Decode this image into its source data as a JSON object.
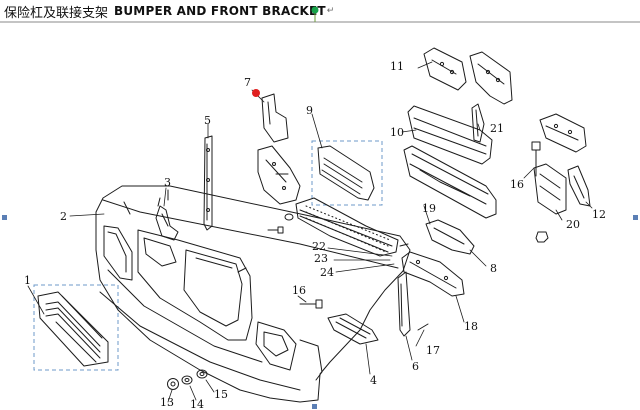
{
  "header": {
    "title_cn": "保险杠及联接支架",
    "title_en": "BUMPER AND FRONT BRACKET",
    "paragraph_mark": "↵"
  },
  "callouts": {
    "c1": "1",
    "c2": "2",
    "c3": "3",
    "c4": "4",
    "c5": "5",
    "c6": "6",
    "c7": "7",
    "c8": "8",
    "c9": "9",
    "c10": "10",
    "c11": "11",
    "c12": "12",
    "c13": "13",
    "c14": "14",
    "c15": "15",
    "c16a": "16",
    "c16b": "16",
    "c17": "17",
    "c18": "18",
    "c19": "19",
    "c20": "20",
    "c21": "21",
    "c22": "22",
    "c23": "23",
    "c24": "24"
  },
  "colors": {
    "line": "#1c1c1c",
    "dash_box": "#6e9ac8",
    "marker_red": "#e02020",
    "marker_green": "#17a24a",
    "selection": "#5b7fb5"
  }
}
